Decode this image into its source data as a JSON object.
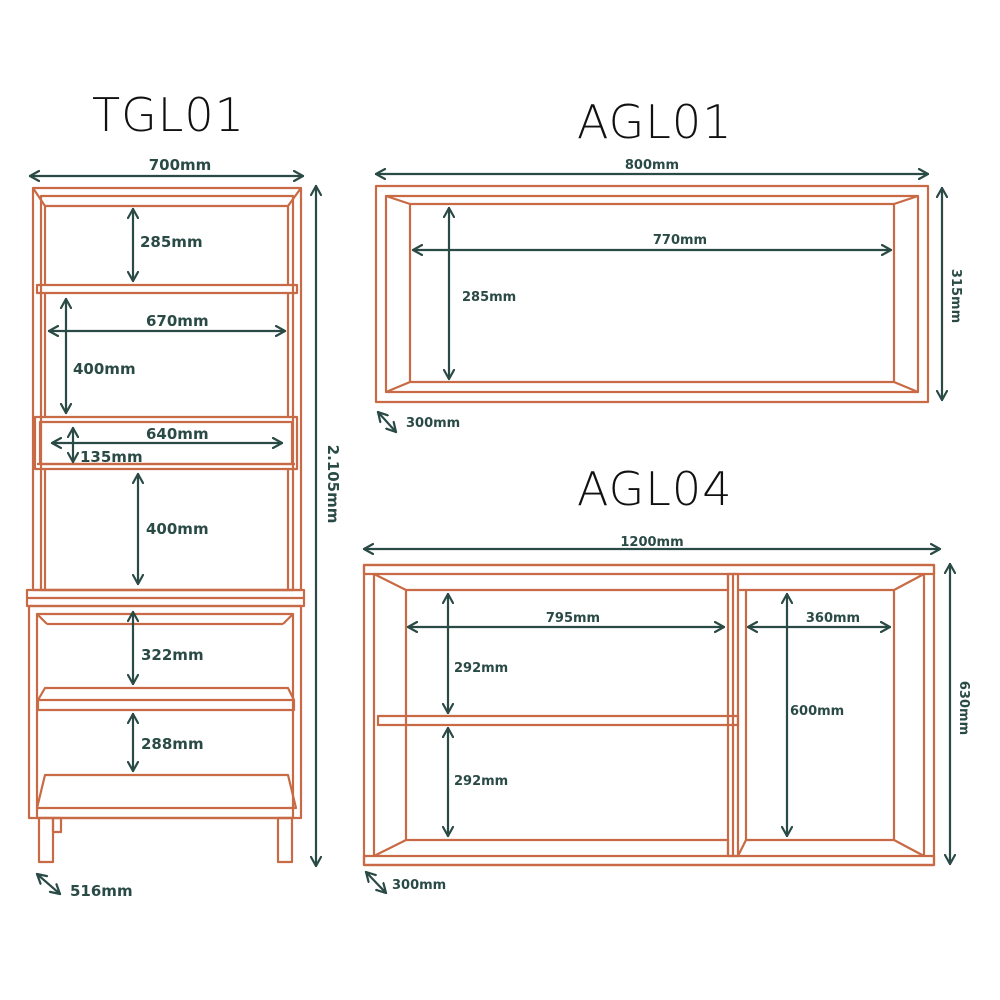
{
  "colors": {
    "outline": "#c86a45",
    "dimension": "#2a4a45",
    "text": "#111111"
  },
  "units": {
    "tgl01": {
      "name": "TGL01",
      "width": "700mm",
      "height": "2.105mm",
      "depth": "516mm",
      "internal": [
        "285mm",
        "670mm",
        "400mm",
        "640mm",
        "135mm",
        "400mm",
        "322mm",
        "288mm"
      ]
    },
    "agl01": {
      "name": "AGL01",
      "width": "800mm",
      "height": "315mm",
      "depth": "300mm",
      "internal": [
        "770mm",
        "285mm"
      ]
    },
    "agl04": {
      "name": "AGL04",
      "width": "1200mm",
      "height": "630mm",
      "depth": "300mm",
      "internal": [
        "795mm",
        "360mm",
        "292mm",
        "292mm",
        "600mm"
      ]
    }
  }
}
